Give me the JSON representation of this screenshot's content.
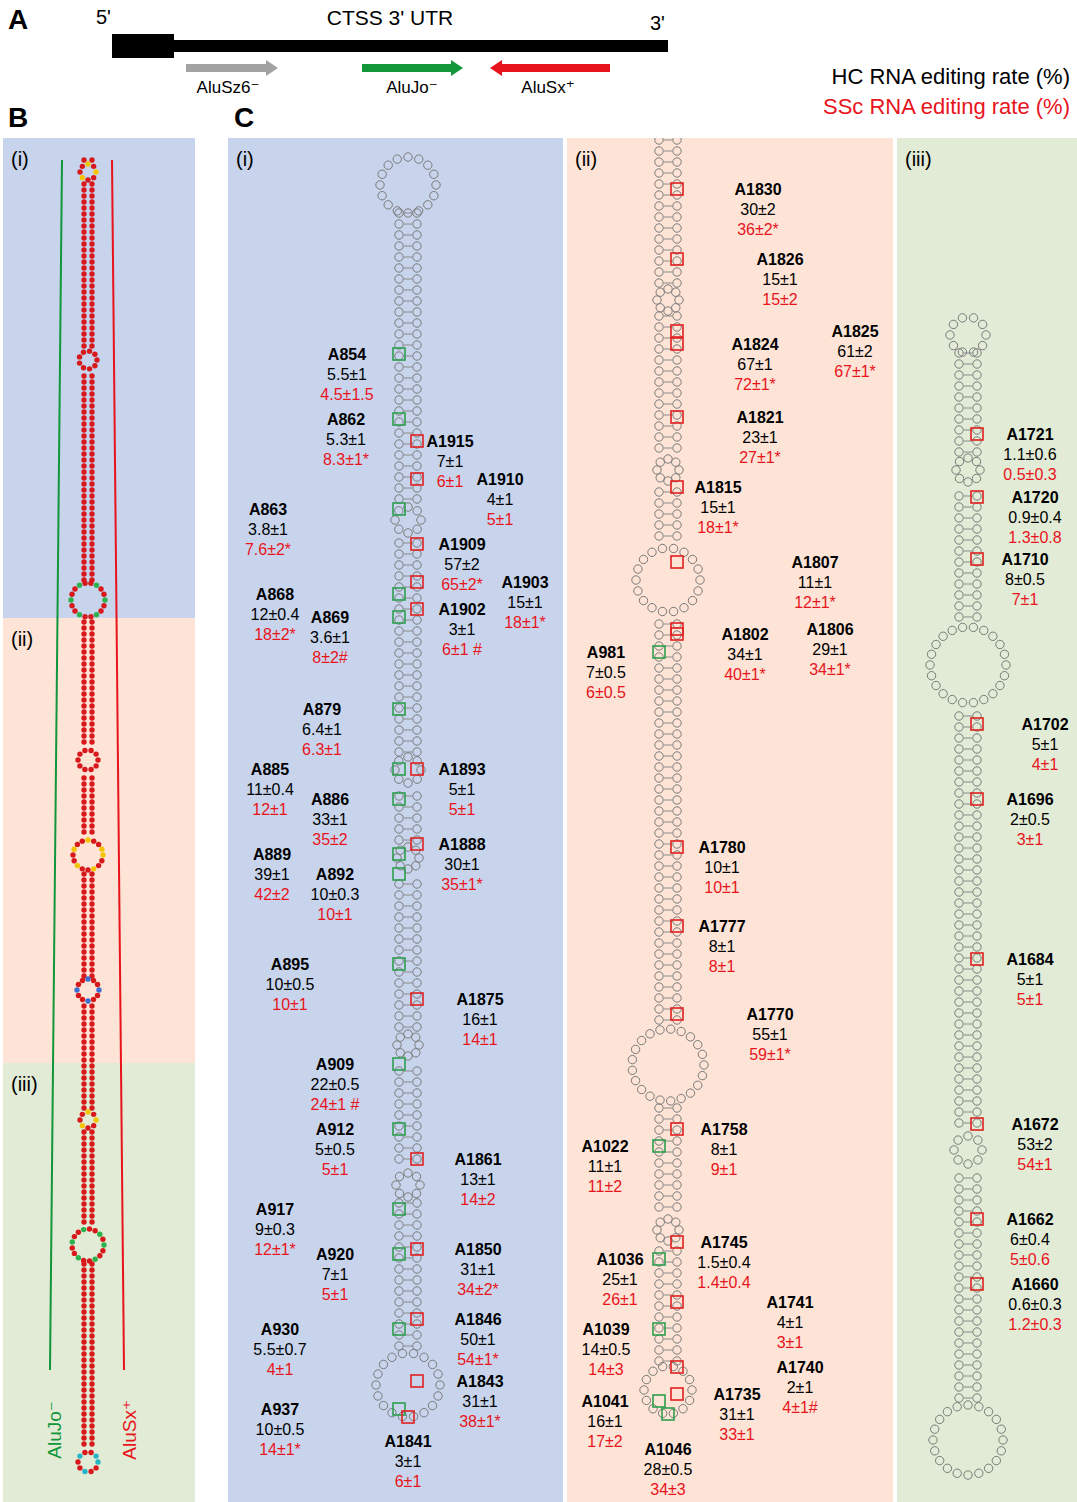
{
  "diagram": {
    "nodes": [
      {
        "text": [
          "(i)"
        ]
      },
      {
        "text": [
          "(ii)"
        ]
      },
      {
        "text": [
          "(iii)"
        ]
      },
      {
        "text": [
          "(i)"
        ]
      },
      {
        "text": [
          "A854",
          "5.5±1",
          "4.5±1.5"
        ],
        "in": 3
      },
      {
        "text": [
          "A862",
          "5.3±1",
          "8.3±1*"
        ],
        "in": 3
      },
      {
        "text": [
          "A1915",
          "7±1",
          "6±1"
        ],
        "in": 3
      },
      {
        "text": [
          "A863",
          "3.8±1",
          "7.6±2*"
        ],
        "in": 3
      },
      {
        "text": [
          "A1910",
          "4±1",
          "5±1"
        ],
        "in": 3
      },
      {
        "text": [
          "A1909",
          "57±2",
          "65±2*"
        ],
        "in": 3
      },
      {
        "text": [
          "A868",
          "12±0.4",
          "18±2*"
        ],
        "in": 3
      },
      {
        "text": [
          "A869",
          "3.6±1",
          "8±2#"
        ],
        "in": 3
      },
      {
        "text": [
          "A1903",
          "15±1",
          "18±1*"
        ],
        "in": 3
      },
      {
        "text": [
          "A1902",
          "3±1",
          "6±1 #"
        ],
        "in": 3
      },
      {
        "text": [
          "A879",
          "6.4±1",
          "6.3±1"
        ],
        "in": 3
      },
      {
        "text": [
          "A885",
          "11±0.4",
          "12±1"
        ],
        "in": 3
      },
      {
        "text": [
          "A1893",
          "5±1",
          "5±1"
        ],
        "in": 3
      },
      {
        "text": [
          "A886",
          "33±1",
          "35±2"
        ],
        "in": 3
      },
      {
        "text": [
          "A1888",
          "30±1",
          "35±1*"
        ],
        "in": 3
      },
      {
        "text": [
          "A889",
          "39±1",
          "42±2"
        ],
        "in": 3
      },
      {
        "text": [
          "A892",
          "10±0.3",
          "10±1"
        ],
        "in": 3
      },
      {
        "text": [
          "A895",
          "10±0.5",
          "10±1"
        ],
        "in": 3
      },
      {
        "text": [
          "A1875",
          "16±1",
          "14±1"
        ],
        "in": 3
      },
      {
        "text": [
          "A909",
          "22±0.5",
          "24±1 #"
        ],
        "in": 3
      },
      {
        "text": [
          "A912",
          "5±0.5",
          "5±1"
        ],
        "in": 3
      },
      {
        "text": [
          "A1861",
          "13±1",
          "14±2"
        ],
        "in": 3
      },
      {
        "text": [
          "A917",
          "9±0.3",
          "12±1*"
        ],
        "in": 3
      },
      {
        "text": [
          "A920",
          "7±1",
          "5±1"
        ],
        "in": 3
      },
      {
        "text": [
          "A1850",
          "31±1",
          "34±2*"
        ],
        "in": 3
      },
      {
        "text": [
          "A930",
          "5.5±0.7",
          "4±1"
        ],
        "in": 3
      },
      {
        "text": [
          "A1846",
          "50±1",
          "54±1*"
        ],
        "in": 3
      },
      {
        "text": [
          "A937",
          "10±0.5",
          "14±1*"
        ],
        "in": 3
      },
      {
        "text": [
          "A1843",
          "31±1",
          "38±1*"
        ],
        "in": 3
      },
      {
        "text": [
          "A1841",
          "3±1",
          "6±1"
        ],
        "in": 3
      },
      {
        "text": [
          "(ii)"
        ]
      },
      {
        "text": [
          "A1830",
          "30±2",
          "36±2*"
        ],
        "in": 34
      },
      {
        "text": [
          "A1826",
          "15±1",
          "15±2"
        ],
        "in": 34
      },
      {
        "text": [
          "A1825",
          "61±2",
          "67±1*"
        ],
        "in": 34
      },
      {
        "text": [
          "A1824",
          "67±1",
          "72±1*"
        ],
        "in": 34
      },
      {
        "text": [
          "A1821",
          "23±1",
          "27±1*"
        ],
        "in": 34
      },
      {
        "text": [
          "A1815",
          "15±1",
          "18±1*"
        ],
        "in": 34
      },
      {
        "text": [
          "A1807",
          "11±1",
          "12±1*"
        ],
        "in": 34
      },
      {
        "text": [
          "A1806",
          "29±1",
          "34±1*"
        ],
        "in": 34
      },
      {
        "text": [
          "A1802",
          "34±1",
          "40±1*"
        ],
        "in": 34
      },
      {
        "text": [
          "A981",
          "7±0.5",
          "6±0.5"
        ],
        "in": 34
      },
      {
        "text": [
          "A1780",
          "10±1",
          "10±1"
        ],
        "in": 34
      },
      {
        "text": [
          "A1777",
          "8±1",
          "8±1"
        ],
        "in": 34
      },
      {
        "text": [
          "A1770",
          "55±1",
          "59±1*"
        ],
        "in": 34
      },
      {
        "text": [
          "A1758",
          "8±1",
          "9±1"
        ],
        "in": 34
      },
      {
        "text": [
          "A1022",
          "11±1",
          "11±2"
        ],
        "in": 34
      },
      {
        "text": [
          "A1745",
          "1.5±0.4",
          "1.4±0.4"
        ],
        "in": 34
      },
      {
        "text": [
          "A1036",
          "25±1",
          "26±1"
        ],
        "in": 34
      },
      {
        "text": [
          "A1741",
          "4±1",
          "3±1"
        ],
        "in": 34
      },
      {
        "text": [
          "A1039",
          "14±0.5",
          "14±3"
        ],
        "in": 34
      },
      {
        "text": [
          "A1740",
          "2±1",
          "4±1#"
        ],
        "in": 34
      },
      {
        "text": [
          "A1041",
          "16±1",
          "17±2"
        ],
        "in": 34
      },
      {
        "text": [
          "A1735",
          "31±1",
          "33±1"
        ],
        "in": 34
      },
      {
        "text": [
          "A1046",
          "28±0.5",
          "34±3"
        ],
        "in": 34
      },
      {
        "text": [
          "(iii)"
        ]
      },
      {
        "text": [
          "A1721",
          "1.1±0.6",
          "0.5±0.3"
        ],
        "in": 58
      },
      {
        "text": [
          "A1720",
          "0.9±0.4",
          "1.3±0.8"
        ],
        "in": 58
      },
      {
        "text": [
          "A1710",
          "8±0.5",
          "7±1"
        ],
        "in": 58
      },
      {
        "text": [
          "A1702",
          "5±1",
          "4±1"
        ],
        "in": 58
      },
      {
        "text": [
          "A1696",
          "2±0.5",
          "3±1"
        ],
        "in": 58
      },
      {
        "text": [
          "A1684",
          "5±1",
          "5±1"
        ],
        "in": 58
      },
      {
        "text": [
          "A1672",
          "53±2",
          "54±1"
        ],
        "in": 58
      },
      {
        "text": [
          "A1662",
          "6±0.4",
          "5±0.6"
        ],
        "in": 58
      },
      {
        "text": [
          "A1660",
          "0.6±0.3",
          "1.2±0.3"
        ],
        "in": 58
      }
    ],
    "labels": [
      "A",
      "5'",
      "CTSS 3' UTR",
      "3'",
      "AluSz6⁻",
      "AluJo⁻",
      "AluSx⁺",
      "HC RNA editing rate (%)",
      "SSc RNA editing rate (%)",
      "B",
      "C",
      "AluJo⁻",
      "AluSx⁺"
    ]
  }
}
